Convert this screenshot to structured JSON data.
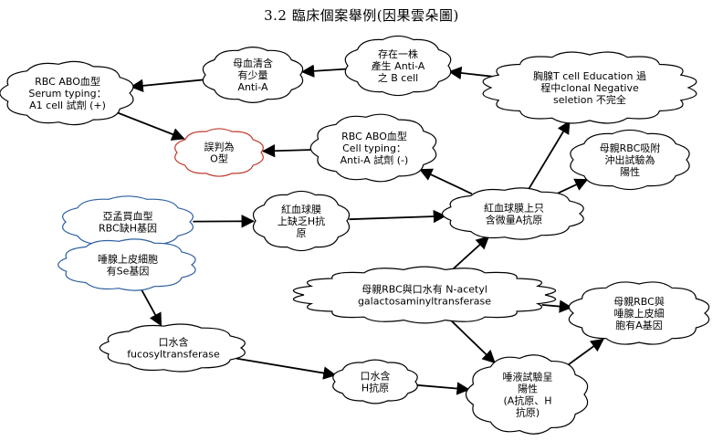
{
  "title": "3.2 臨床個案舉例(因果雲朵圖)",
  "colors": {
    "cloud_stroke": "#000000",
    "conclusion_stroke": "#c0392b",
    "root_stroke": "#2e5fa0",
    "arrow": "#000000"
  },
  "nodes": {
    "rbc_abo_serum": {
      "lines": [
        "RBC ABO血型",
        "Serum typing：",
        "A1 cell 試劑 (+)"
      ]
    },
    "maternal_serum_anti_a": {
      "lines": [
        "母血清含",
        "有少量",
        "Anti-A"
      ]
    },
    "cloned_anti_a_b": {
      "lines": [
        "存在一株",
        "產生 Anti-A",
        "之 B cell"
      ]
    },
    "thymus_t_cell": {
      "lines": [
        "胸腺T cell Education 過",
        "程中clonal Negative",
        "seletion 不完全"
      ]
    },
    "misjudged_o": {
      "lines": [
        "誤判為",
        "O型"
      ]
    },
    "rbc_abo_cell": {
      "lines": [
        "RBC ABO血型",
        "Cell  typing：",
        "Anti-A 試劑 (-)"
      ]
    },
    "maternal_rbc_adsorb": {
      "lines": [
        "母親RBC吸附",
        "沖出試驗為",
        "陽性"
      ]
    },
    "subtype": {
      "lines": [
        "亞孟買血型",
        "RBC缺H基因"
      ]
    },
    "salivary_se": {
      "lines": [
        "唾腺上皮細胞",
        "有Se基因"
      ]
    },
    "rbc_lack_h": {
      "lines": [
        "紅血球膜",
        "上缺乏H抗",
        "原"
      ]
    },
    "rbc_trace_a": {
      "lines": [
        "紅血球膜上只",
        "含微量A抗原"
      ]
    },
    "maternal_acetyl": {
      "lines": [
        "母親RBC與口水有 N-acetyl",
        "galactosaminyltransferase"
      ]
    },
    "maternal_a_gene": {
      "lines": [
        "母親RBC與",
        "唾腺上皮細",
        "胞有A基因"
      ]
    },
    "saliva_fucosyl": {
      "lines": [
        "口水含",
        "fucosyltransferase"
      ]
    },
    "saliva_h": {
      "lines": [
        "口水含",
        "H抗原"
      ]
    },
    "saliva_positive": {
      "lines": [
        "唾液試驗呈",
        "陽性",
        "(A抗原、H",
        "抗原)"
      ]
    }
  }
}
